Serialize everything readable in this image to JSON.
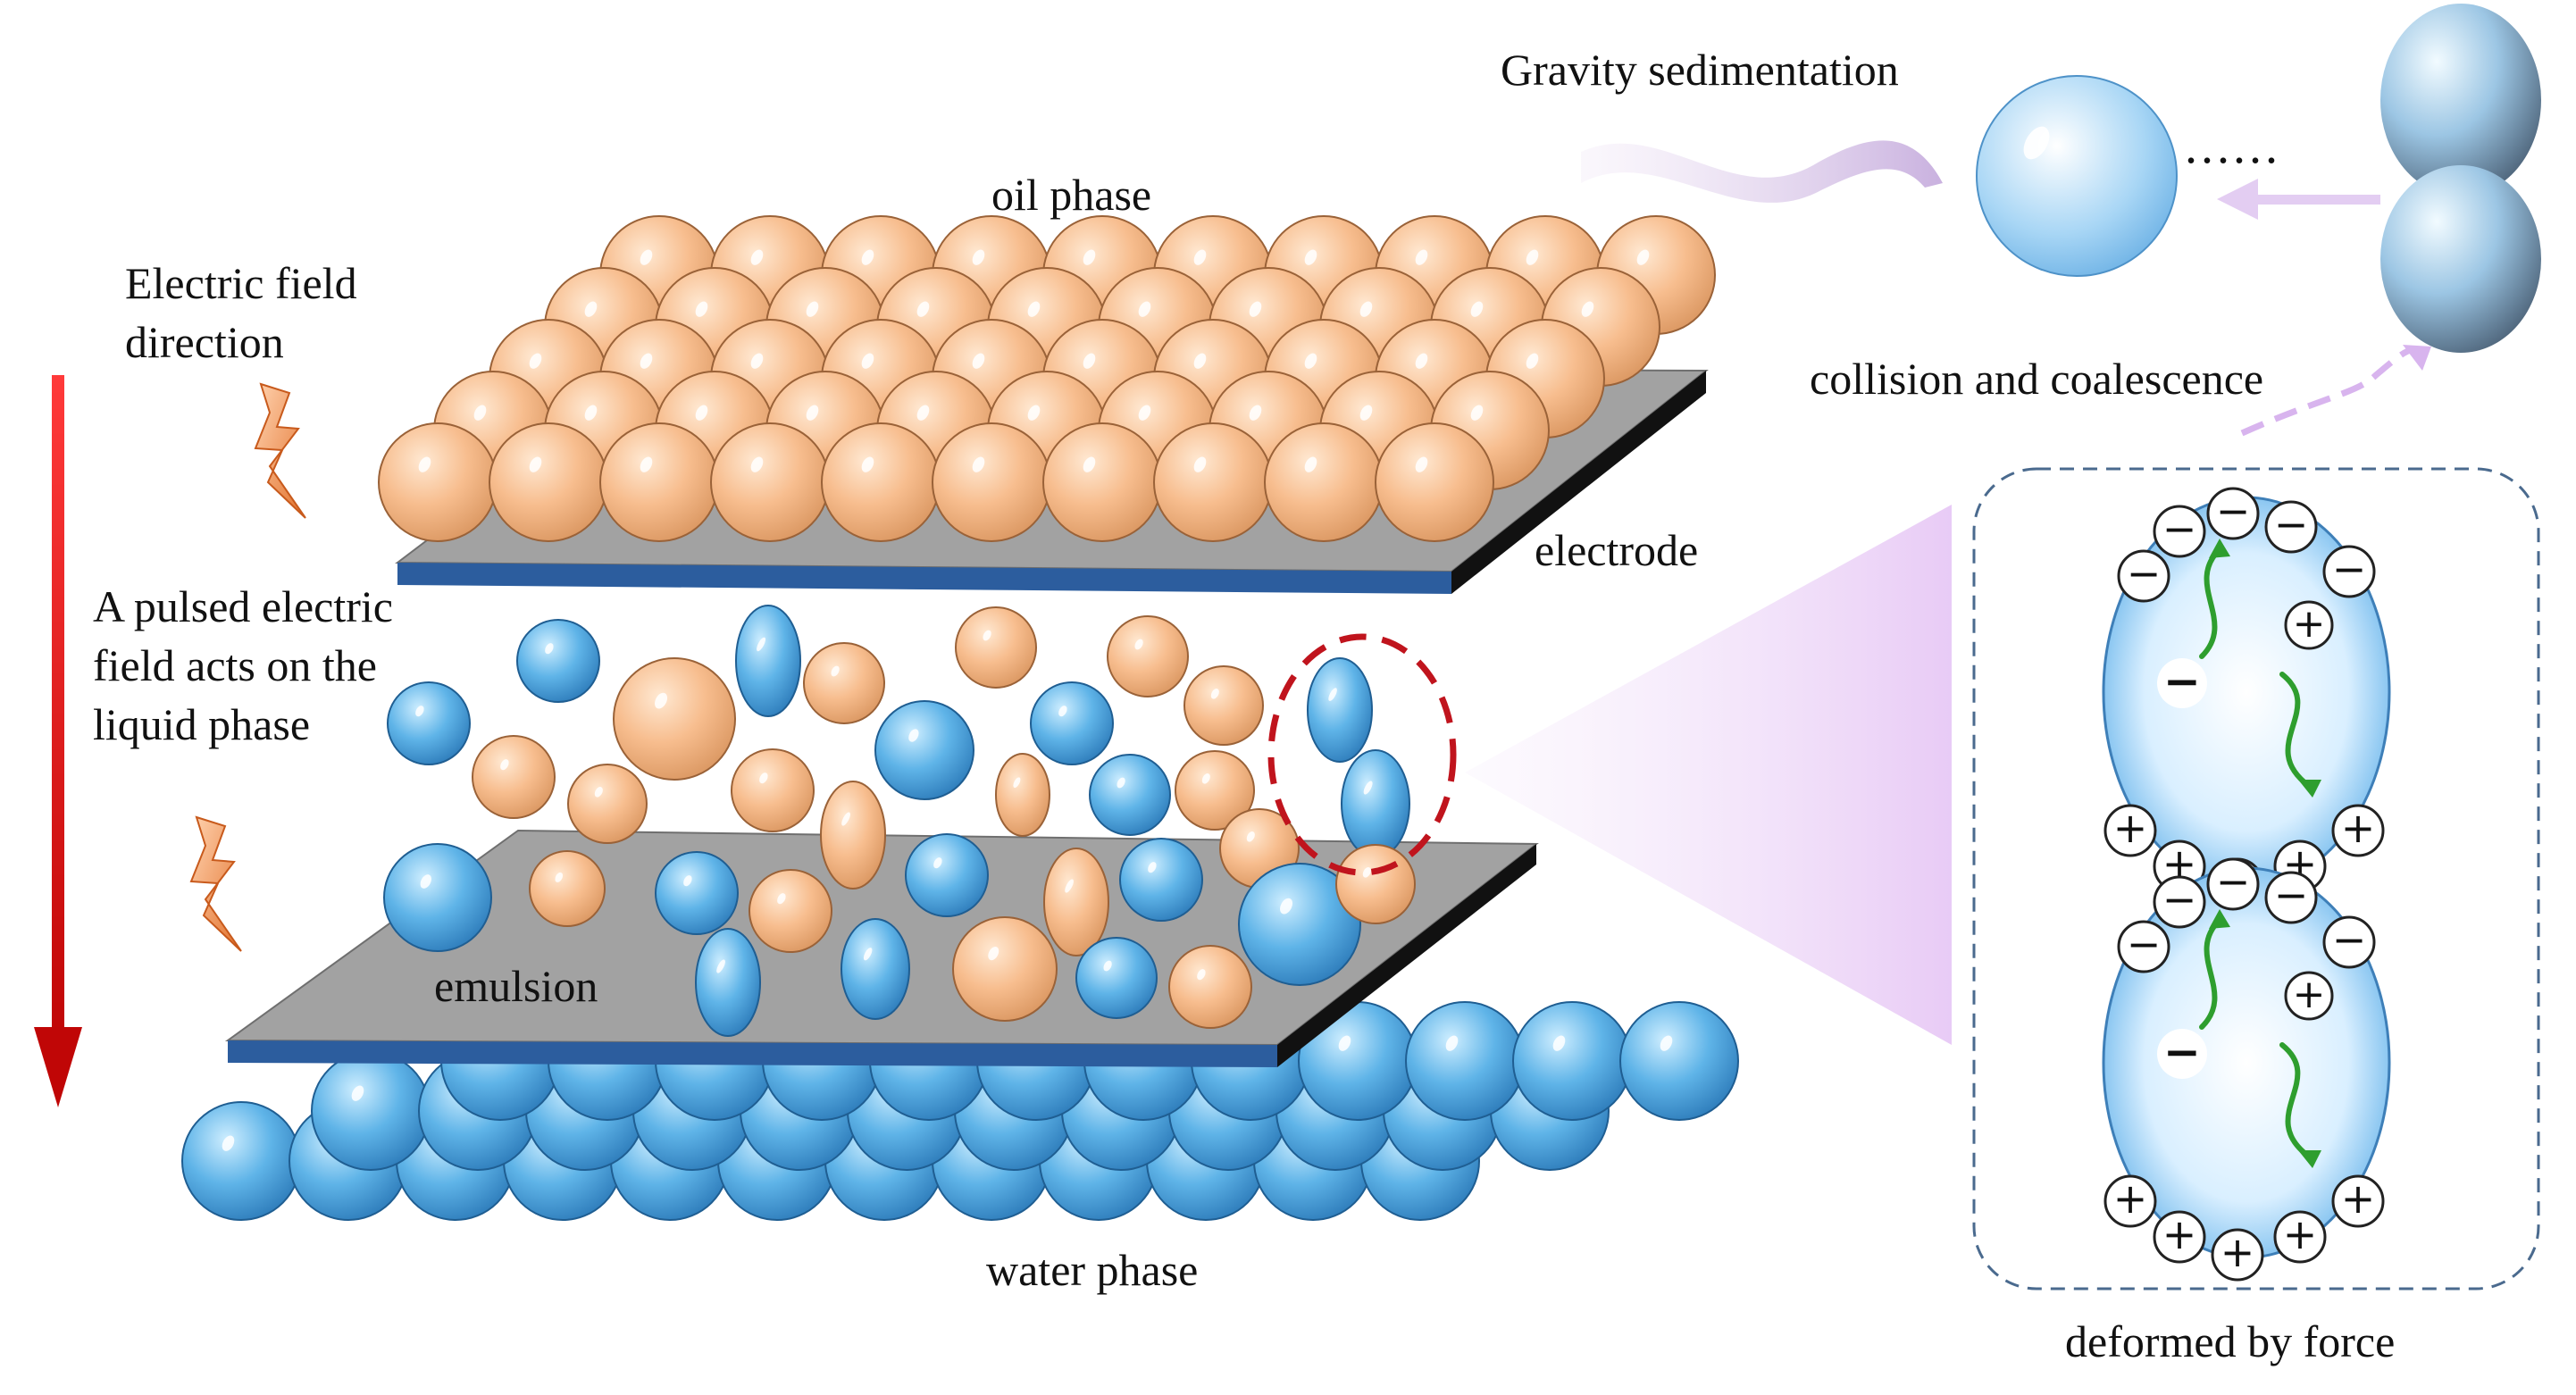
{
  "labels": {
    "oil_phase": "oil phase",
    "electric_field_direction": "Electric field\ndirection",
    "electrode": "electrode",
    "pulsed_field": "A pulsed electric\nfield acts on the\nliquid phase",
    "emulsion": "emulsion",
    "water_phase": "water phase",
    "gravity_sedimentation": "Gravity sedimentation",
    "collision": "collision and coalescence",
    "deformed": "deformed by force",
    "dots": "......"
  },
  "charges": {
    "negative": "−",
    "positive": "+"
  },
  "colors": {
    "oil": "#f5b98a",
    "water": "#5db2e6",
    "plate_top": "#a3a3a3",
    "plate_edge": "#2c5d9e",
    "plate_side": "#111111",
    "field_arrow": "#d10f0f",
    "lightning": "#f08a3a",
    "highlight_circle": "#c0141d",
    "dashed_box": "#4a6a8e",
    "pale_arrow": "#e3cdf2",
    "green_path": "#2e9e2e"
  },
  "icons": [
    "lightning-icon",
    "field-arrow-icon"
  ]
}
